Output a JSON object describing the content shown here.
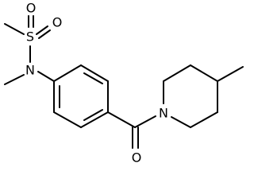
{
  "molecule": {
    "atoms": {
      "sulfur": "S",
      "oxygen_top": "O",
      "oxygen_right": "O",
      "sulfonamide_nitrogen": "N",
      "amide_nitrogen": "N",
      "carbonyl_oxygen": "O"
    },
    "colors": {
      "bond": "#000000",
      "atom_label": "#000000",
      "background": "#ffffff"
    }
  }
}
